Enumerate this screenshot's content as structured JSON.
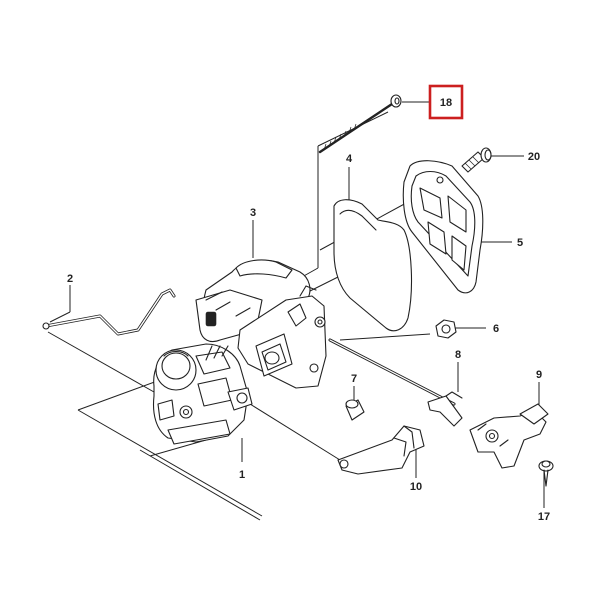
{
  "callouts": [
    {
      "id": "1",
      "label": "1"
    },
    {
      "id": "2",
      "label": "2"
    },
    {
      "id": "3",
      "label": "3"
    },
    {
      "id": "4",
      "label": "4"
    },
    {
      "id": "5",
      "label": "5"
    },
    {
      "id": "6",
      "label": "6"
    },
    {
      "id": "7",
      "label": "7"
    },
    {
      "id": "8",
      "label": "8"
    },
    {
      "id": "9",
      "label": "9"
    },
    {
      "id": "10",
      "label": "10"
    },
    {
      "id": "17",
      "label": "17"
    },
    {
      "id": "18",
      "label": "18"
    },
    {
      "id": "20",
      "label": "20"
    }
  ],
  "highlight": {
    "callout": "18",
    "color": "#cc1f1f"
  }
}
